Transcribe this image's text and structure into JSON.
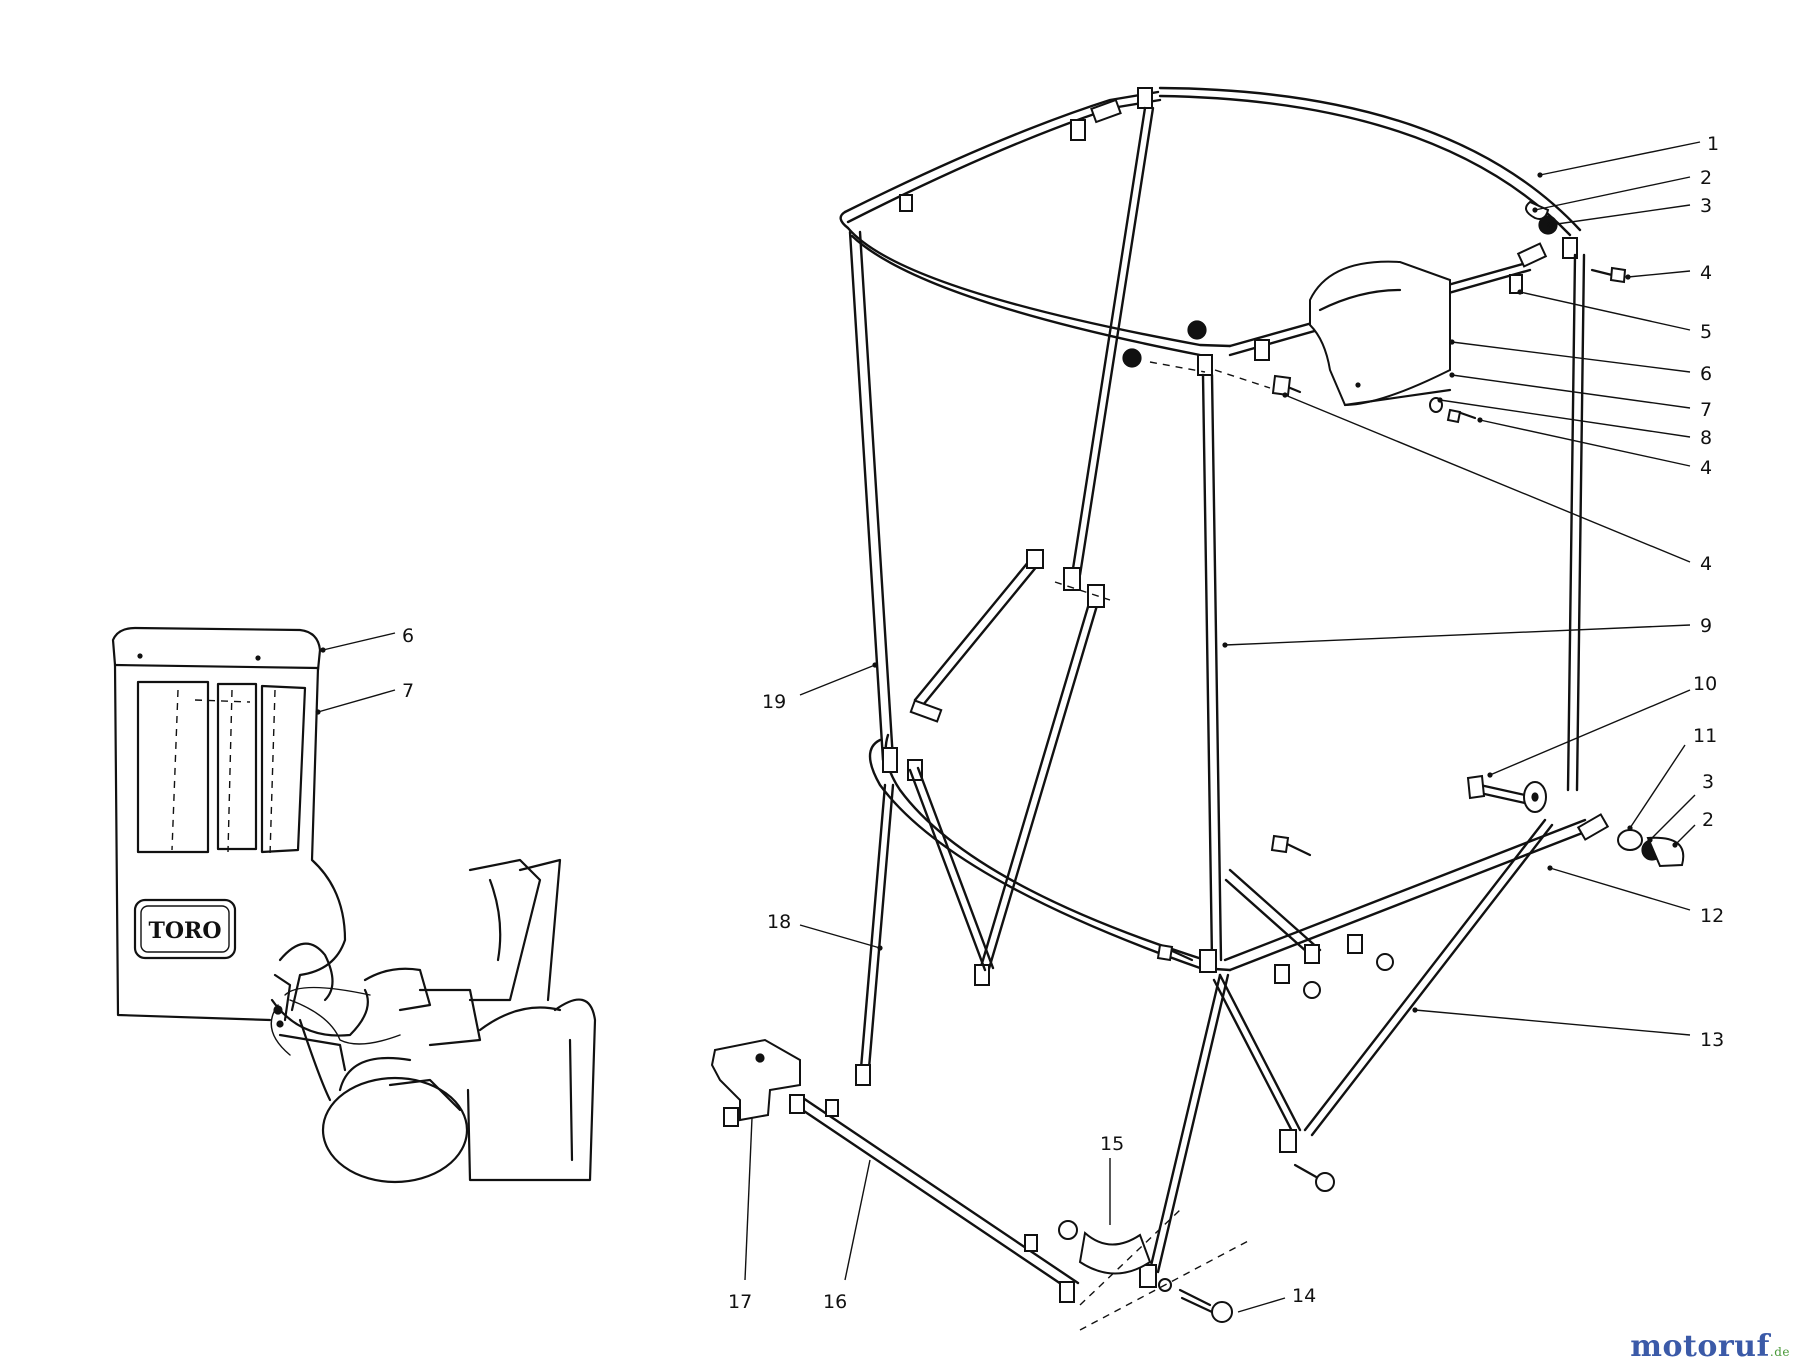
{
  "diagram": {
    "callouts": [
      "1",
      "2",
      "3",
      "4",
      "5",
      "6",
      "7",
      "8",
      "4",
      "4",
      "9",
      "10",
      "11",
      "3",
      "2",
      "12",
      "13",
      "14",
      "15",
      "16",
      "17",
      "18",
      "19",
      "6",
      "7"
    ],
    "inset_logo_text": "TORO"
  },
  "watermark": {
    "text_main": "motoruf",
    "text_suffix": ".de",
    "brand_blue": "#3b5aa8",
    "brand_green": "#4a9a3a"
  }
}
